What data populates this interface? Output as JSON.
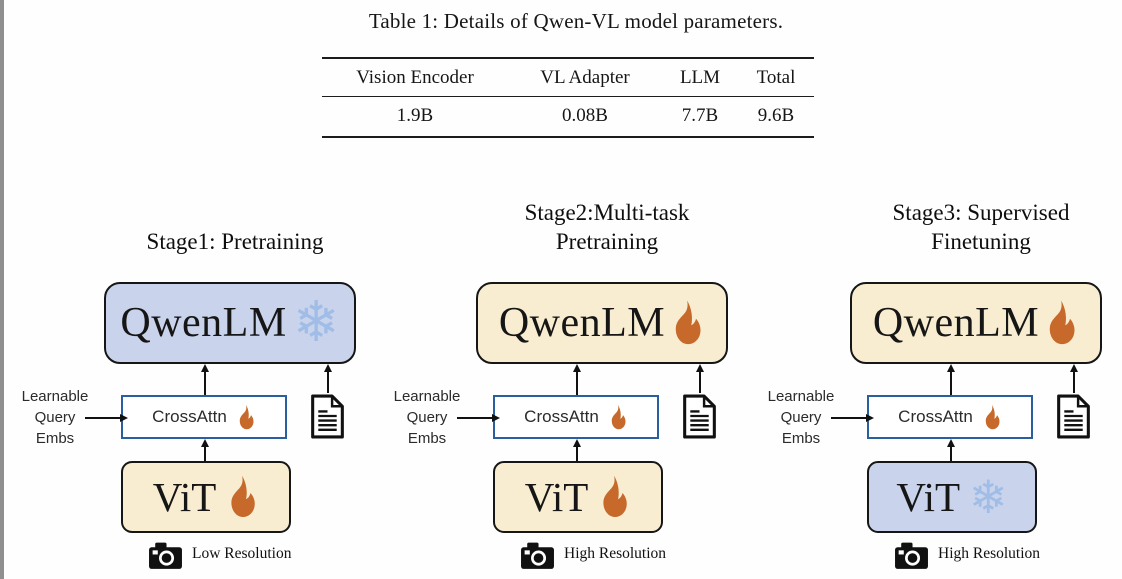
{
  "table": {
    "caption": "Table 1: Details of Qwen-VL model parameters.",
    "columns": [
      "Vision Encoder",
      "VL Adapter",
      "LLM",
      "Total"
    ],
    "values": [
      "1.9B",
      "0.08B",
      "7.7B",
      "9.6B"
    ]
  },
  "colors": {
    "frozen_fill": "#c9d3ec",
    "trainable_fill": "#f8edd1",
    "crossattn_border": "#2a5f9f",
    "flame_orange": "#c7692a",
    "snowflake_blue": "#9fbde6",
    "text": "#161616",
    "page_edge_gray": "#8f8f8f"
  },
  "stages": [
    {
      "title_line1": "Stage1: Pretraining",
      "title_line2": "",
      "llm": {
        "label": "QwenLM",
        "icon": "snowflake",
        "variant": "frozen"
      },
      "adapter": {
        "label": "CrossAttn",
        "icon": "flame"
      },
      "vision": {
        "label": "ViT",
        "icon": "flame",
        "variant": "trainable"
      },
      "query_line1": "Learnable",
      "query_line2": "Query",
      "query_line3": "Embs",
      "resolution_label": "Low Resolution"
    },
    {
      "title_line1": "Stage2:Multi-task",
      "title_line2": "Pretraining",
      "llm": {
        "label": "QwenLM",
        "icon": "flame",
        "variant": "trainable"
      },
      "adapter": {
        "label": "CrossAttn",
        "icon": "flame"
      },
      "vision": {
        "label": "ViT",
        "icon": "flame",
        "variant": "trainable"
      },
      "query_line1": "Learnable",
      "query_line2": "Query",
      "query_line3": "Embs",
      "resolution_label": "High Resolution"
    },
    {
      "title_line1": "Stage3: Supervised",
      "title_line2": "Finetuning",
      "llm": {
        "label": "QwenLM",
        "icon": "flame",
        "variant": "trainable"
      },
      "adapter": {
        "label": "CrossAttn",
        "icon": "flame"
      },
      "vision": {
        "label": "ViT",
        "icon": "snowflake",
        "variant": "frozen"
      },
      "query_line1": "Learnable",
      "query_line2": "Query",
      "query_line3": "Embs",
      "resolution_label": "High Resolution"
    }
  ]
}
